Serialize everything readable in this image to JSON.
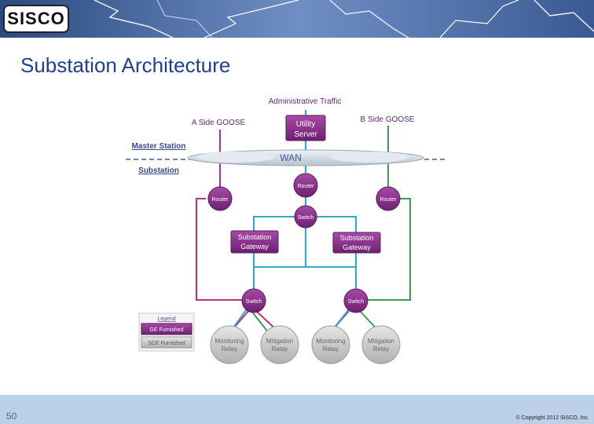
{
  "slide": {
    "logo_text": "SISCO",
    "title": "Substation Architecture",
    "page_number": "50",
    "copyright": "© Copyright 2012 SISCO, Inc."
  },
  "diagram": {
    "labels": {
      "admin_traffic": "Administrative Traffic",
      "a_side": "A Side GOOSE",
      "b_side": "B Side GOOSE",
      "master_station": "Master Station",
      "substation": "Substation",
      "wan": "WAN"
    },
    "nodes": {
      "utility_server": [
        "Utility",
        "Server"
      ],
      "router_center": "Router",
      "router_left": "Router",
      "router_right": "Router",
      "switch_top": "Switch",
      "gateway_left": [
        "Substation",
        "Gateway"
      ],
      "gateway_right": [
        "Substation",
        "Gateway"
      ],
      "switch_left": "Switch",
      "switch_right": "Switch",
      "relay_1": [
        "Monitoring",
        "Relay"
      ],
      "relay_2": [
        "Mitigation",
        "Relay"
      ],
      "relay_3": [
        "Monitoring",
        "Relay"
      ],
      "relay_4": [
        "Mitigation",
        "Relay"
      ]
    },
    "legend": {
      "title": "Legend",
      "items": [
        "GE Furnished",
        "SCE Furnished"
      ]
    },
    "colors": {
      "a_side": "#c0307a",
      "b_side": "#3aa04a",
      "admin": "#30a8c8",
      "ge_purple": "#8a2a8a",
      "sce_gray": "#bdbdbd"
    }
  }
}
